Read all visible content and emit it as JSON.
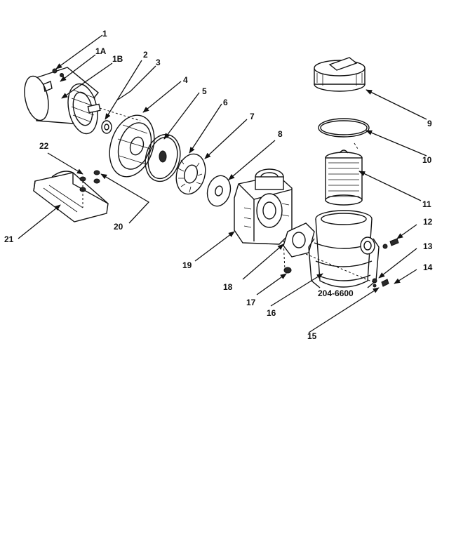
{
  "callouts": [
    "1",
    "1A",
    "1B",
    "2",
    "3",
    "4",
    "5",
    "6",
    "7",
    "8",
    "9",
    "10",
    "11",
    "12",
    "13",
    "14",
    "15",
    "16",
    "17",
    "18",
    "19",
    "20",
    "21",
    "22"
  ],
  "stamp": "204-6600"
}
